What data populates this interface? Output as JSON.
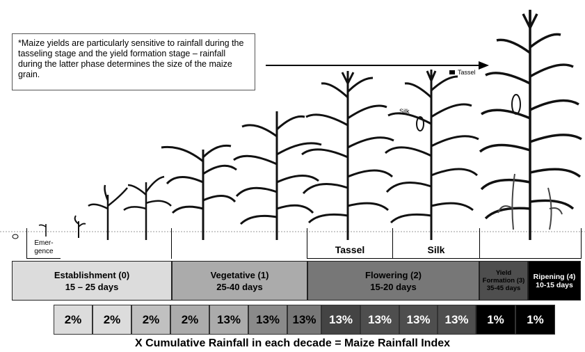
{
  "note": "*Maize yields are particularly sensitive to rainfall during the tasseling stage and the yield formation stage – rainfall during the latter phase determines the size of the maize grain.",
  "plant_labels": {
    "silk": "Silk",
    "tassel": "Tassel"
  },
  "stage_labels": {
    "emergence_line1": "Emer-",
    "emergence_line2": "gence",
    "tassel": "Tassel",
    "silk": "Silk"
  },
  "phases": [
    {
      "name": "Establishment (0)",
      "days": "15 – 25 days",
      "color": "#dcdcdc",
      "text_color": "#000000"
    },
    {
      "name": "Vegetative (1)",
      "days": "25-40 days",
      "color": "#ababab",
      "text_color": "#000000"
    },
    {
      "name": "Flowering (2)",
      "days": "15-20 days",
      "color": "#777777",
      "text_color": "#000000"
    },
    {
      "name": "Yield Formation (3)",
      "days": "35-45 days",
      "color": "#4e4e4e",
      "text_color": "#000000"
    },
    {
      "name": "Ripening (4)",
      "days": "10-15 days",
      "color": "#000000",
      "text_color": "#ffffff"
    }
  ],
  "percentages": [
    {
      "value": "2%",
      "color": "#dcdcdc",
      "text_color": "#000000"
    },
    {
      "value": "2%",
      "color": "#dcdcdc",
      "text_color": "#000000"
    },
    {
      "value": "2%",
      "color": "#c0c0c0",
      "text_color": "#000000"
    },
    {
      "value": "2%",
      "color": "#ababab",
      "text_color": "#000000"
    },
    {
      "value": "13%",
      "color": "#ababab",
      "text_color": "#000000"
    },
    {
      "value": "13%",
      "color": "#8a8a8a",
      "text_color": "#000000"
    },
    {
      "value": "13%",
      "color": "#777777",
      "text_color": "#000000"
    },
    {
      "value": "13%",
      "color": "#444444",
      "text_color": "#ffffff"
    },
    {
      "value": "13%",
      "color": "#4e4e4e",
      "text_color": "#ffffff"
    },
    {
      "value": "13%",
      "color": "#4e4e4e",
      "text_color": "#ffffff"
    },
    {
      "value": "13%",
      "color": "#4e4e4e",
      "text_color": "#ffffff"
    },
    {
      "value": "1%",
      "color": "#000000",
      "text_color": "#ffffff"
    },
    {
      "value": "1%",
      "color": "#000000",
      "text_color": "#ffffff"
    }
  ],
  "caption": "X Cumulative Rainfall in each decade = Maize Rainfall Index"
}
